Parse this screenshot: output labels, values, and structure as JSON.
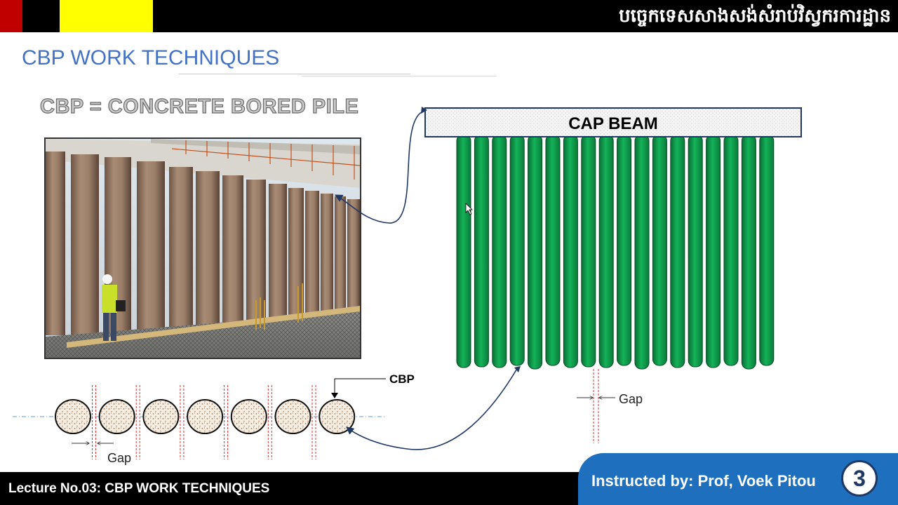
{
  "header": {
    "khmer_title": "បច្ចេកទេសសាងសង់សំរាប់វិស្វករការដ្ឋាន",
    "accent_colors": {
      "red": "#c00000",
      "yellow": "#ffff00"
    }
  },
  "slide": {
    "title": "CBP WORK TECHNIQUES",
    "subtitle": "CBP = CONCRETE BORED PILE"
  },
  "diagram": {
    "cap_beam_label": "CAP BEAM",
    "pile_count": 18,
    "pile_color": "#0f9a48",
    "plan_pile_count": 7,
    "cbp_label": "CBP",
    "gap_label_elevation": "Gap",
    "gap_label_plan": "Gap"
  },
  "footer": {
    "lecture": "Lecture No.03: CBP WORK TECHNIQUES",
    "instructor": "Instructed by: Prof, Voek Pitou",
    "slide_number": "3",
    "panel_color": "#1f6fbf"
  }
}
